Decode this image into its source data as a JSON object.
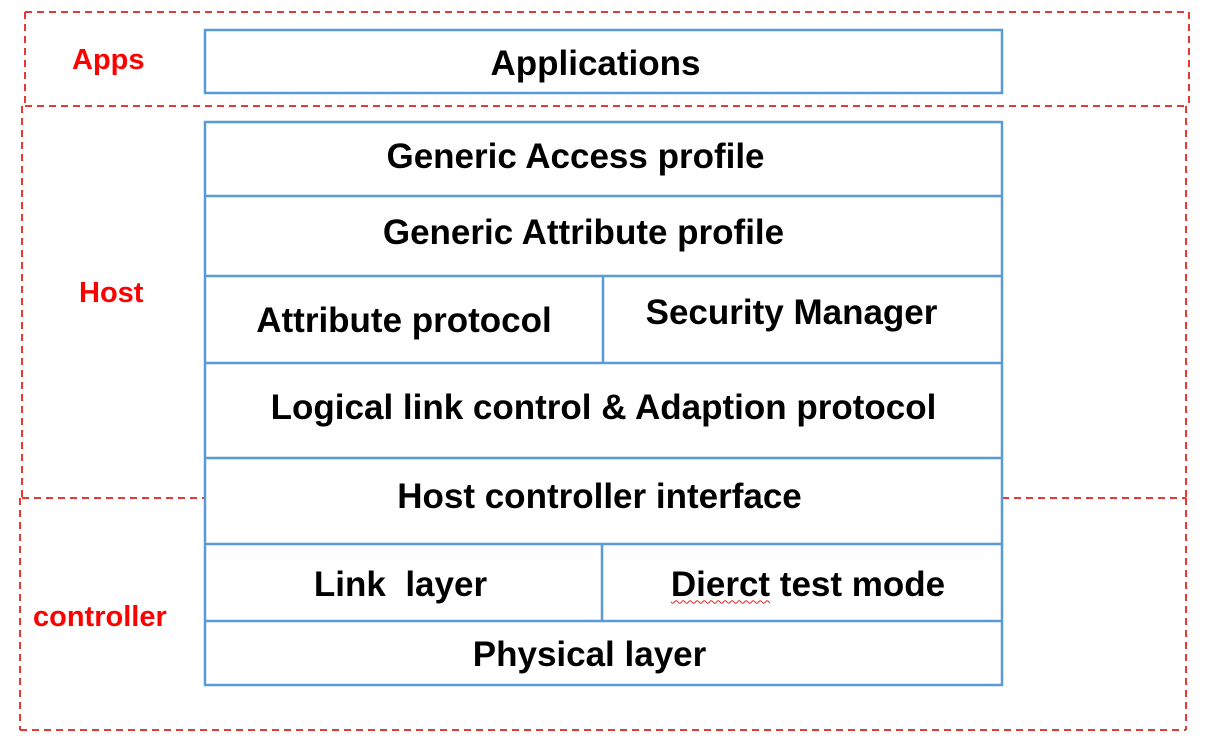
{
  "regions": {
    "apps": "Apps",
    "host": "Host",
    "controller": "controller"
  },
  "layers": {
    "applications": "Applications",
    "generic_access_profile": "Generic Access profile",
    "generic_attribute_profile": "Generic Attribute profile",
    "attribute_protocol": "Attribute protocol",
    "security_manager": "Security Manager",
    "l2cap": "Logical link control & Adaption protocol",
    "hci": "Host controller interface",
    "link_layer": "Link  layer",
    "direct_test_mode_misspelled": "Dierct",
    "direct_test_mode_rest": " test mode",
    "physical_layer": "Physical layer"
  },
  "colors": {
    "region_border": "#e53935",
    "region_label": "#ff0000",
    "block_border": "#5b9bd5",
    "text": "#000000"
  }
}
